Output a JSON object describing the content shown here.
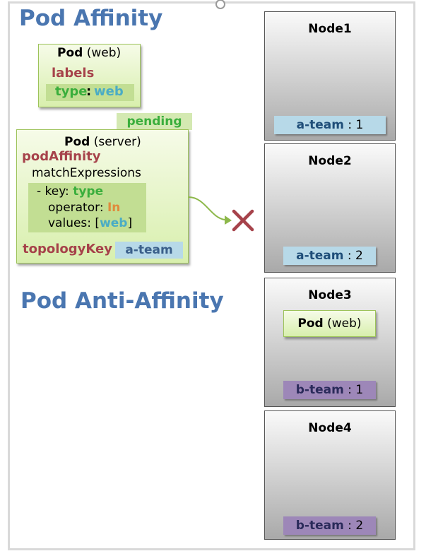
{
  "headings": {
    "affinity": "Pod Affinity",
    "anti_affinity": "Pod Anti-Affinity"
  },
  "pod_web": {
    "title": "Pod",
    "subtitle": "(web)",
    "labels_key": "labels",
    "label_key": "type",
    "label_colon": ":",
    "label_value": "web"
  },
  "pending": "pending",
  "pod_server": {
    "title": "Pod",
    "subtitle": "(server)",
    "pod_affinity": "podAffinity",
    "match_expressions": "matchExpressions",
    "key_prefix": "- key: ",
    "key_value": "type",
    "operator_prefix": "operator: ",
    "operator_value": "In",
    "values_prefix": "values: [",
    "values_value": "web",
    "values_suffix": "]",
    "topology_key": "topologyKey",
    "topology_value": "a-team"
  },
  "nodes": [
    {
      "name": "Node1",
      "tag_label": "a-team",
      "tag_sep": " : ",
      "tag_num": "1"
    },
    {
      "name": "Node2",
      "tag_label": "a-team",
      "tag_sep": " : ",
      "tag_num": "2"
    },
    {
      "name": "Node3",
      "tag_label": "b-team",
      "tag_sep": " : ",
      "tag_num": "1",
      "pod_title": "Pod",
      "pod_subtitle": "(web)"
    },
    {
      "name": "Node4",
      "tag_label": "b-team",
      "tag_sep": " : ",
      "tag_num": "2"
    }
  ],
  "colors": {
    "heading": "#4a76b0",
    "pod_fill": "#d8efad",
    "a_team": "#b7d9e8",
    "b_team": "#9d87b8",
    "reject_mark": "#a6424a",
    "arrow": "#8db84a"
  },
  "icons": {
    "reject": "cross-mark-icon",
    "arrow": "curved-arrow-icon"
  }
}
